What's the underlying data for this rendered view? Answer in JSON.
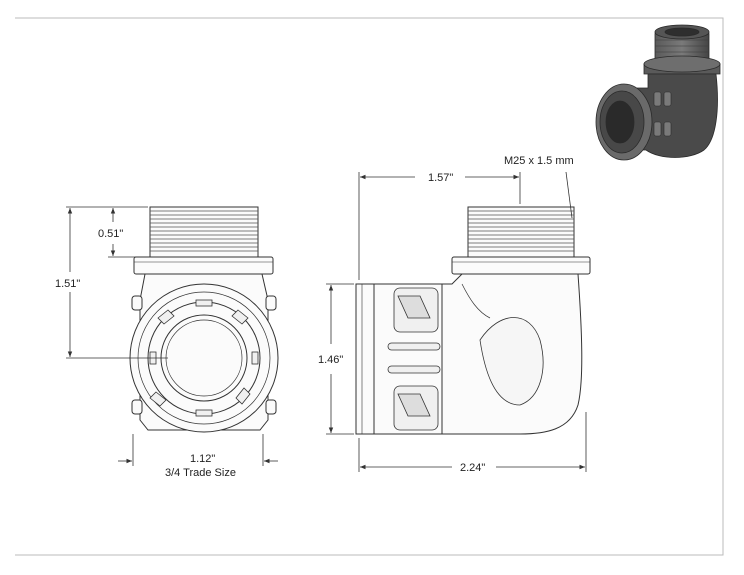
{
  "dimensions": {
    "thread_length": "0.51\"",
    "overall_height": "1.51\"",
    "front_width": "1.12\"",
    "trade_size": "3/4 Trade Size",
    "top_offset": "1.57\"",
    "side_height": "1.46\"",
    "overall_length": "2.24\"",
    "thread_spec": "M25 x 1.5 mm"
  },
  "colors": {
    "line": "#333333",
    "body_fill": "#fbfbfb",
    "frame": "#bbbbbb",
    "iso_dark": "#3f3f3f",
    "iso_mid": "#666666",
    "iso_light": "#8a8a8a"
  }
}
